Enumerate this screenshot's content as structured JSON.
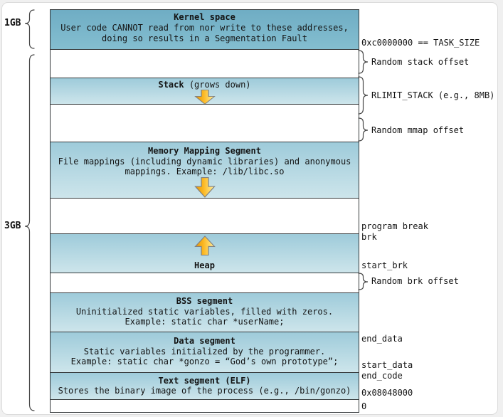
{
  "left_scale": {
    "kernel_size": "1GB",
    "user_size": "3GB"
  },
  "segments": {
    "kernel": {
      "title": "Kernel space",
      "line1": "User code CANNOT read from nor write to these addresses,",
      "line2": "doing so results in a Segmentation Fault"
    },
    "stack": {
      "title": "Stack",
      "subtitle": " (grows down)"
    },
    "mmap": {
      "title": "Memory Mapping Segment",
      "line1": "File mappings (including dynamic libraries) and anonymous",
      "line2": "mappings. Example: /lib/libc.so"
    },
    "heap": {
      "title": "Heap"
    },
    "bss": {
      "title": "BSS segment",
      "line1": "Uninitialized static variables, filled with zeros.",
      "line2": "Example: static char *userName;"
    },
    "data": {
      "title": "Data segment",
      "line1": "Static variables initialized by the programmer.",
      "line2": "Example: static char *gonzo = “God’s own prototype”;"
    },
    "text": {
      "title": "Text segment (ELF)",
      "line1": "Stores the binary image of the process (e.g., /bin/gonzo)"
    }
  },
  "annotations": {
    "task_size": "0xc0000000 == TASK_SIZE",
    "random_stack_offset": "Random stack offset",
    "rlimit_stack": "RLIMIT_STACK (e.g., 8MB)",
    "random_mmap_offset": "Random mmap offset",
    "program_break": "program break",
    "brk": "brk",
    "start_brk": "start_brk",
    "random_brk_offset": "Random brk offset",
    "end_data": "end_data",
    "start_data": "start_data",
    "end_code": "end_code",
    "text_start_addr": "0x08048000",
    "zero_addr": "0"
  },
  "colors": {
    "kernel_fill_top": "#6fadc4",
    "kernel_fill_bottom": "#84bed0",
    "segment_fill_top": "#9ecbda",
    "segment_fill_bottom": "#cde5eb",
    "gap_fill": "#ffffff",
    "segment_border": "#35393b",
    "arrow_gold_dark": "#e5950a",
    "arrow_gold_light": "#fff0a8",
    "arrow_outline": "#808080",
    "page_background": "#f0f0f0"
  }
}
